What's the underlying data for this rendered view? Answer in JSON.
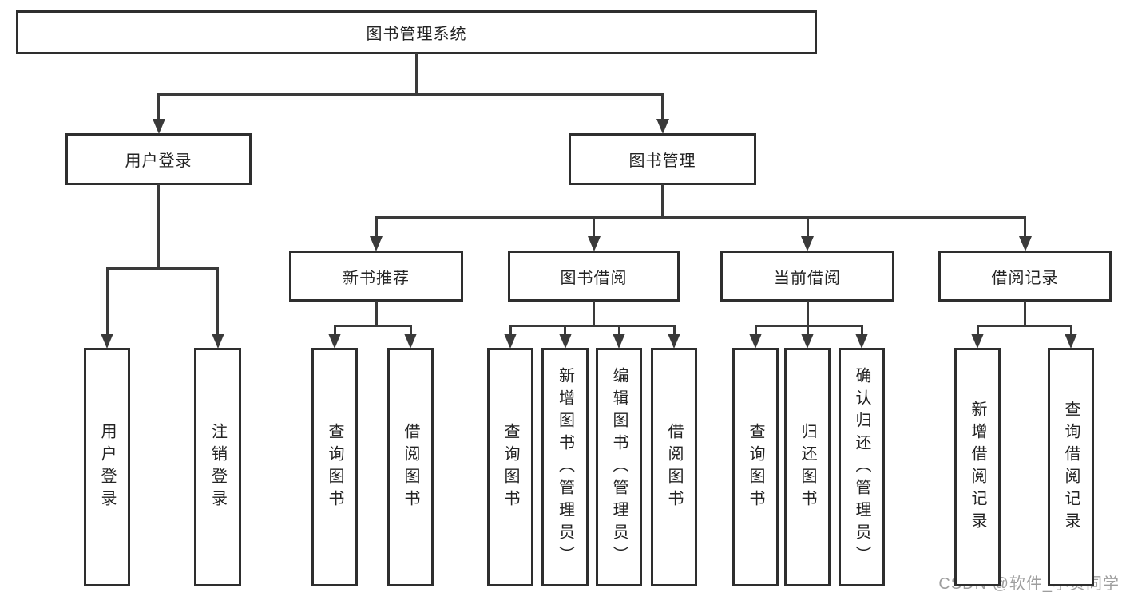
{
  "watermark": "CSDN @软件_小贺同学",
  "colors": {
    "background": "#ffffff",
    "box_border": "#2e2e2e",
    "line": "#3a3a3a",
    "text": "#232323",
    "watermark": "#9e9e9e"
  },
  "diagram": {
    "tree": {
      "id": "root",
      "label": "图书管理系统",
      "children": [
        {
          "id": "user-login",
          "label": "用户登录",
          "children": [
            {
              "id": "leaf-user-login",
              "label": "用户登录"
            },
            {
              "id": "leaf-logout",
              "label": "注销登录"
            }
          ]
        },
        {
          "id": "book-mgmt",
          "label": "图书管理",
          "children": [
            {
              "id": "new-book-rec",
              "label": "新书推荐",
              "children": [
                {
                  "id": "leaf-query-book-1",
                  "label": "查询图书"
                },
                {
                  "id": "leaf-borrow-book-1",
                  "label": "借阅图书"
                }
              ]
            },
            {
              "id": "book-borrow",
              "label": "图书借阅",
              "children": [
                {
                  "id": "leaf-query-book-2",
                  "label": "查询图书"
                },
                {
                  "id": "leaf-add-book",
                  "label": "新增图书（管理员）"
                },
                {
                  "id": "leaf-edit-book",
                  "label": "编辑图书（管理员）"
                },
                {
                  "id": "leaf-borrow-book-2",
                  "label": "借阅图书"
                }
              ]
            },
            {
              "id": "current-borrow",
              "label": "当前借阅",
              "children": [
                {
                  "id": "leaf-query-book-3",
                  "label": "查询图书"
                },
                {
                  "id": "leaf-return-book",
                  "label": "归还图书"
                },
                {
                  "id": "leaf-confirm-return",
                  "label": "确认归还（管理员）"
                }
              ]
            },
            {
              "id": "borrow-record",
              "label": "借阅记录",
              "children": [
                {
                  "id": "leaf-add-record",
                  "label": "新增借阅记录"
                },
                {
                  "id": "leaf-query-record",
                  "label": "查询借阅记录"
                }
              ]
            }
          ]
        }
      ]
    }
  }
}
